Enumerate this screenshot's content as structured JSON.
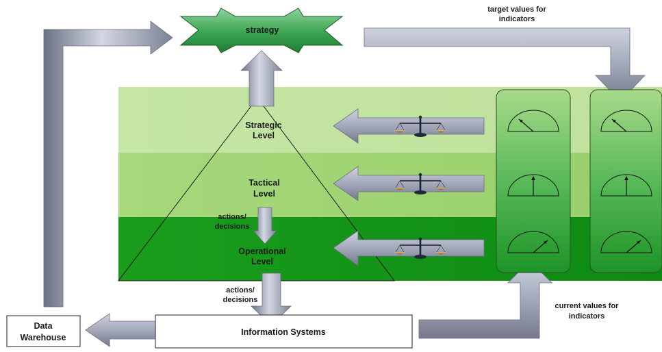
{
  "strategy": {
    "label": "strategy"
  },
  "levels": [
    {
      "id": "strategic",
      "line1": "Strategic",
      "line2": "Level"
    },
    {
      "id": "tactical",
      "line1": "Tactical",
      "line2": "Level"
    },
    {
      "id": "operational",
      "line1": "Operational",
      "line2": "Level"
    }
  ],
  "actions_inner": {
    "line1": "actions/",
    "line2": "decisions"
  },
  "actions_outer": {
    "line1": "actions/",
    "line2": "decisions"
  },
  "information_systems": {
    "label": "Information Systems"
  },
  "data_warehouse": {
    "line1": "Data",
    "line2": "Warehouse"
  },
  "target_values": {
    "line1": "target values for",
    "line2": "indicators"
  },
  "current_values": {
    "line1": "current values for",
    "line2": "indicators"
  },
  "colors": {
    "band_strategic": "#c3e3a0",
    "band_tactical": "#a2d576",
    "band_operational": "#139a17",
    "panel_green": "#47b14a",
    "arrow_gray": "#9da3b6",
    "star_green": "#2e9a3e"
  },
  "icons": [
    "balance-scale-icon",
    "gauge-icon"
  ]
}
